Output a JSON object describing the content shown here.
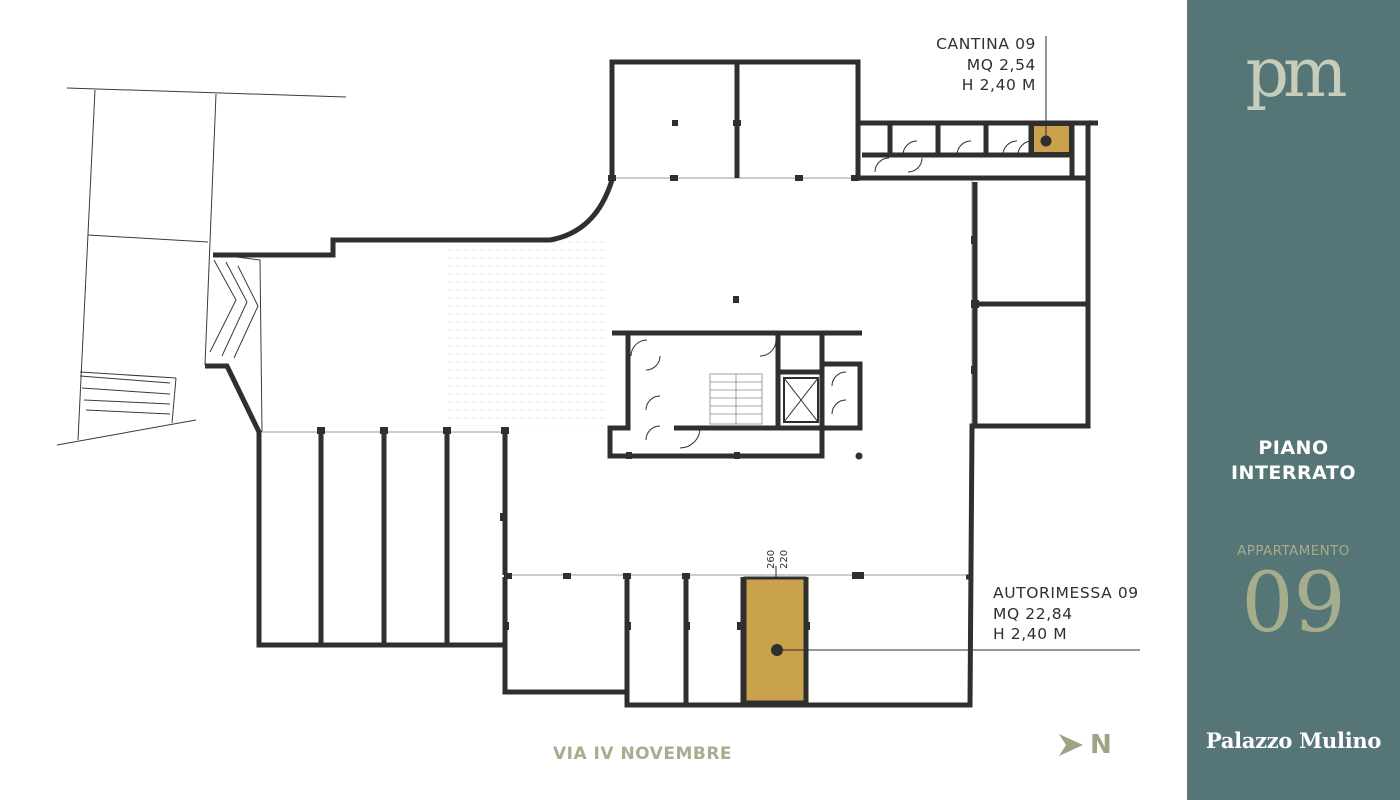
{
  "plan": {
    "cantina": {
      "title": "CANTINA 09",
      "area": "MQ 2,54",
      "height": "H 2,40 M"
    },
    "garage": {
      "title": "AUTORIMESSA 09",
      "area": "MQ 22,84",
      "height": "H 2,40 M"
    },
    "dimensions": [
      "260",
      "220"
    ],
    "street": "VIA IV NOVEMBRE",
    "north": "N"
  },
  "sidebar": {
    "logo": "pm",
    "floor_line1": "PIANO",
    "floor_line2": "INTERRATO",
    "unit_label": "APPARTAMENTO",
    "unit_number": "09",
    "brand": "Palazzo Mulino"
  },
  "colors": {
    "wall": "#2f2f2f",
    "highlight": "#c9a24b",
    "sidebar_bg": "#567576",
    "accent": "#a6ad8c"
  }
}
